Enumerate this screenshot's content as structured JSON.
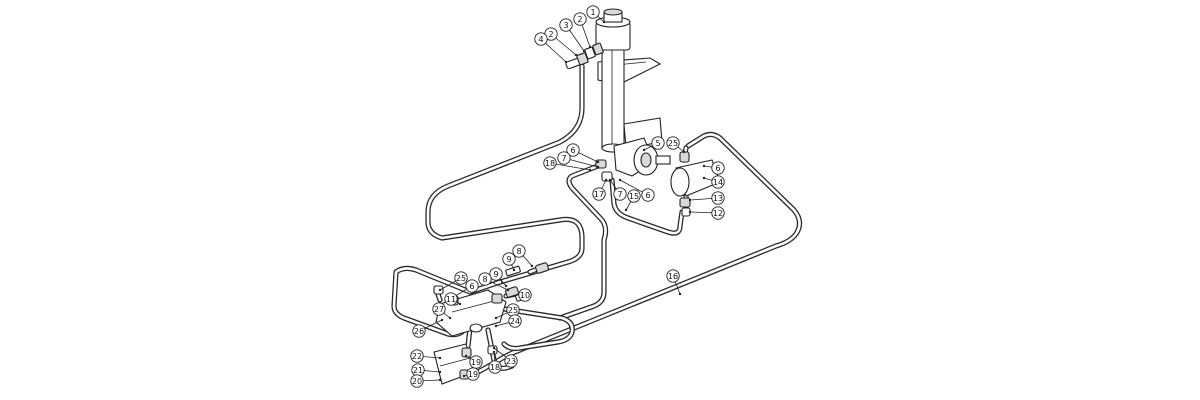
{
  "diagram": {
    "callouts": [
      {
        "label": "1"
      },
      {
        "label": "2"
      },
      {
        "label": "3"
      },
      {
        "label": "2"
      },
      {
        "label": "4"
      },
      {
        "label": "5"
      },
      {
        "label": "25"
      },
      {
        "label": "6"
      },
      {
        "label": "7"
      },
      {
        "label": "18"
      },
      {
        "label": "6"
      },
      {
        "label": "14"
      },
      {
        "label": "17"
      },
      {
        "label": "7"
      },
      {
        "label": "15"
      },
      {
        "label": "6"
      },
      {
        "label": "13"
      },
      {
        "label": "12"
      },
      {
        "label": "8"
      },
      {
        "label": "9"
      },
      {
        "label": "9"
      },
      {
        "label": "8"
      },
      {
        "label": "10"
      },
      {
        "label": "25"
      },
      {
        "label": "6"
      },
      {
        "label": "16"
      },
      {
        "label": "27"
      },
      {
        "label": "11"
      },
      {
        "label": "26"
      },
      {
        "label": "25"
      },
      {
        "label": "24"
      },
      {
        "label": "23"
      },
      {
        "label": "18"
      },
      {
        "label": "22"
      },
      {
        "label": "19"
      },
      {
        "label": "21"
      },
      {
        "label": "19"
      },
      {
        "label": "20"
      }
    ]
  }
}
